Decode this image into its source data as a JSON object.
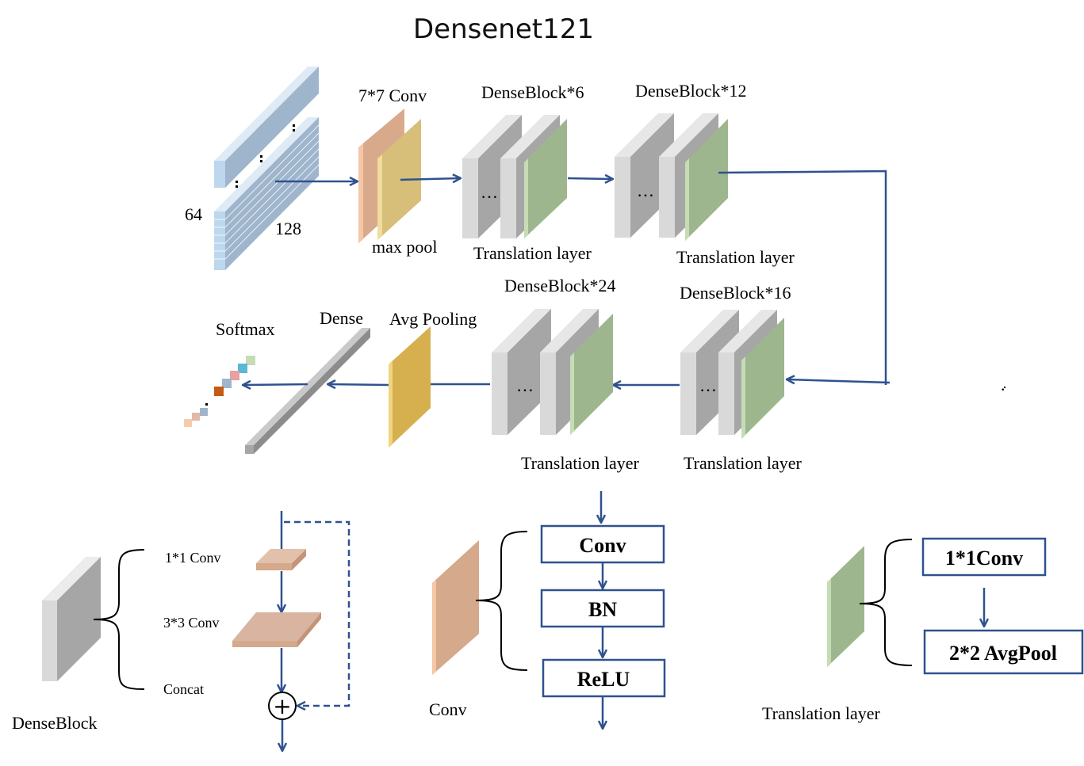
{
  "title": "Densenet121",
  "colors": {
    "arrow": "#2f528f",
    "input_blue": "#bdd7ee",
    "conv_peach": "#d9a98c",
    "pool_yellow": "#e2c57d",
    "gray_block": "#bfbfbf",
    "green_trans": "#9eb68e",
    "avgpool_gold": "#d8b050"
  },
  "top_row": {
    "input_dim_height": "64",
    "input_dim_width": "128",
    "conv_label": "7*7 Conv",
    "pool_label": "max pool",
    "block1_label": "DenseBlock*6",
    "block1_trans": "Translation layer",
    "block2_label": "DenseBlock*12",
    "block2_trans": "Translation layer",
    "ellipsis": "…"
  },
  "middle_row": {
    "block3_label": "DenseBlock*24",
    "block3_trans": "Translation layer",
    "block4_label": "DenseBlock*16",
    "block4_trans": "Translation layer",
    "avgpool_label": "Avg Pooling",
    "dense_label": "Dense",
    "softmax_label": "Softmax",
    "ellipsis": "…"
  },
  "legend_denseblock": {
    "caption": "DenseBlock",
    "step1": "1*1 Conv",
    "step2": "3*3 Conv",
    "step3": "Concat",
    "plus": "+"
  },
  "legend_conv": {
    "caption": "Conv",
    "box1": "Conv",
    "box2": "BN",
    "box3": "ReLU"
  },
  "legend_translation": {
    "caption": "Translation layer",
    "box1": "1*1Conv",
    "box2": "2*2 AvgPool"
  },
  "stray_mark": "."
}
